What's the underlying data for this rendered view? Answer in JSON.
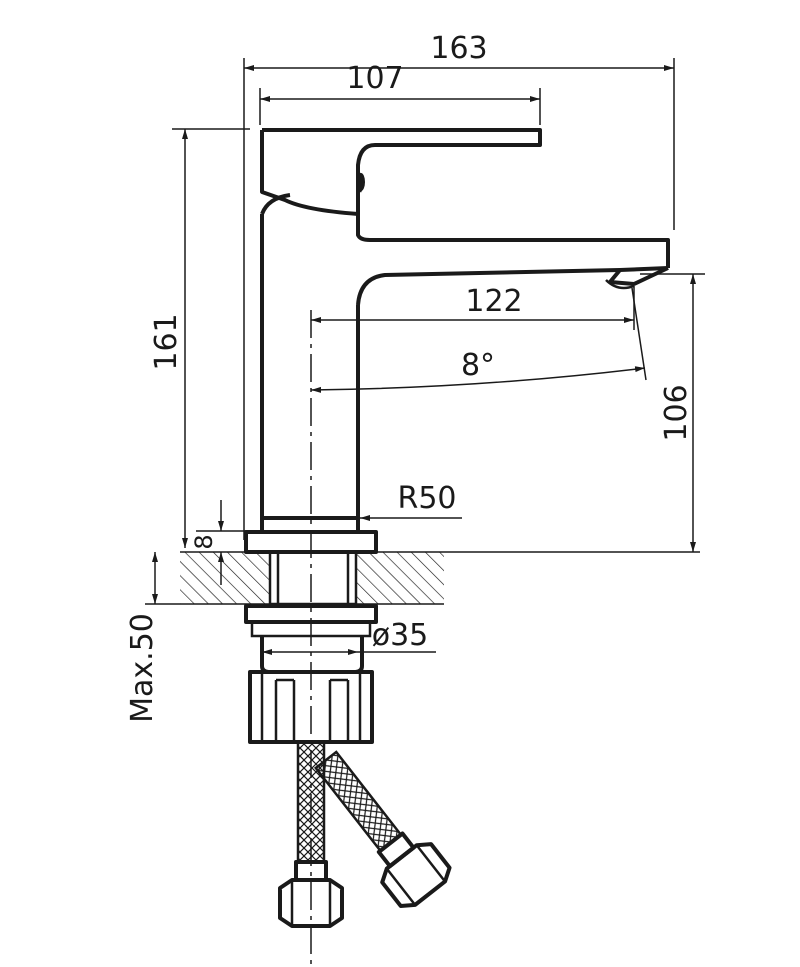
{
  "dimensions": {
    "overall_width": "163",
    "handle_length": "107",
    "overall_height": "161",
    "spout_reach": "122",
    "spout_angle": "8°",
    "spout_height": "106",
    "base_radius": "R50",
    "base_thickness": "8",
    "hole_diameter": "ø35",
    "max_counter_thickness": "Max.50"
  },
  "colors": {
    "line": "#1a1a1a",
    "background": "#ffffff"
  }
}
